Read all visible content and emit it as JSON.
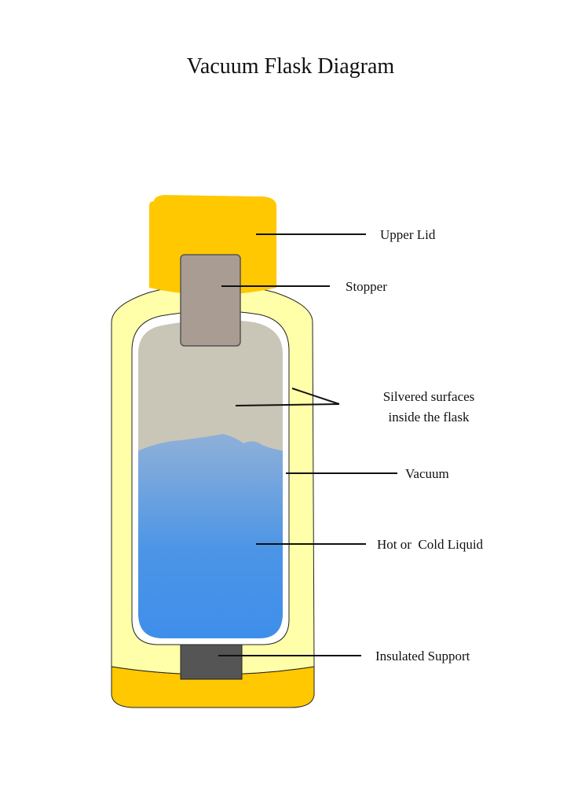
{
  "title": "Vacuum Flask Diagram",
  "labels": {
    "upper_lid": "Upper Lid",
    "stopper": "Stopper",
    "silvered_line1": "Silvered surfaces",
    "silvered_line2": "inside the flask",
    "vacuum": "Vacuum",
    "liquid": "Hot or  Cold Liquid",
    "support": "Insulated Support"
  },
  "colors": {
    "lid": "#FFC800",
    "outer_casing": "#FFFFAA",
    "silver_surface": "#C9C6B8",
    "stopper": "#A89C93",
    "liquid_top": "#8FB0D8",
    "liquid_bottom": "#3D8EEB",
    "support": "#555555"
  }
}
